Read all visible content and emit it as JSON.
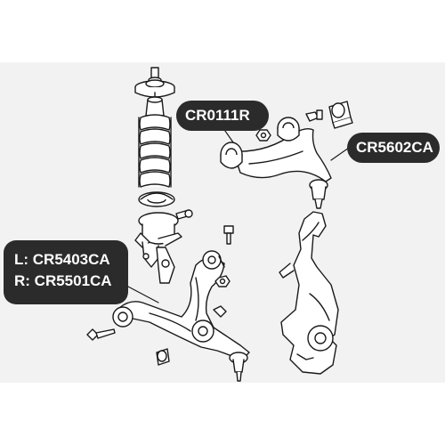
{
  "callouts": {
    "upper_bushing_front": "CR0111R",
    "upper_bushing_rear": "CR5602CA",
    "lower_arm_left": "L: CR5403CA",
    "lower_arm_right": "R: CR5501CA"
  },
  "colors": {
    "background": "#ffffff",
    "panel": "#f2f2f2",
    "callout_fill": "#2b2b2b",
    "callout_text": "#ffffff",
    "line_art": "#1a1a1a"
  }
}
